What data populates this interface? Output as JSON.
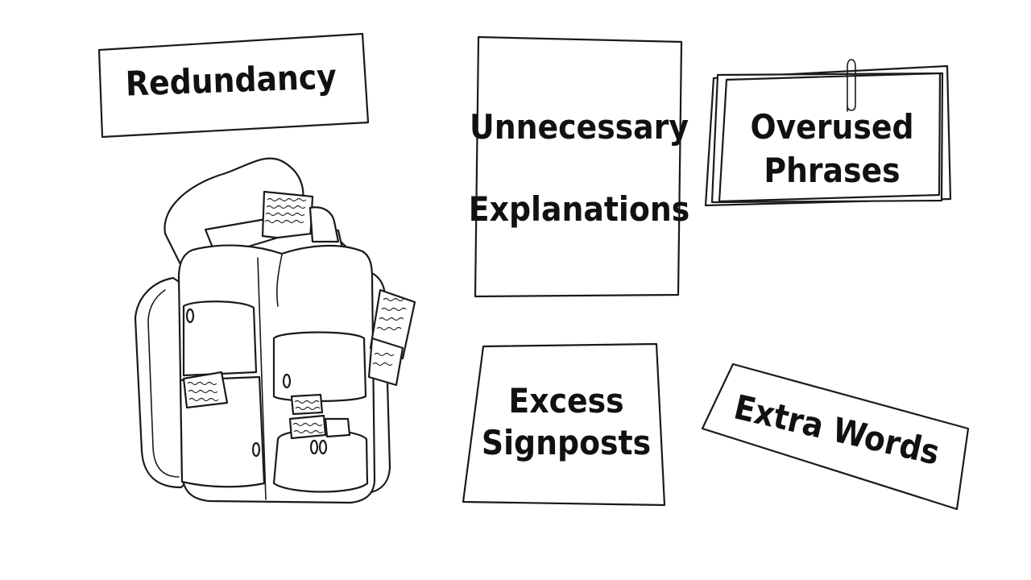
{
  "labels": {
    "redundancy": "Redundancy",
    "unnecessary_line1": "Unnecessary",
    "unnecessary_line2": "Explanations",
    "overused_line1": "Overused",
    "overused_line2": "Phrases",
    "excess_line1": "Excess",
    "excess_line2": "Signposts",
    "extra_words": "Extra Words"
  },
  "colors": {
    "background": "#ffffff",
    "ink": "#111111"
  },
  "icons": {
    "backpack": "backpack-stuffed-with-papers-icon",
    "paperclip": "paperclip-icon"
  }
}
